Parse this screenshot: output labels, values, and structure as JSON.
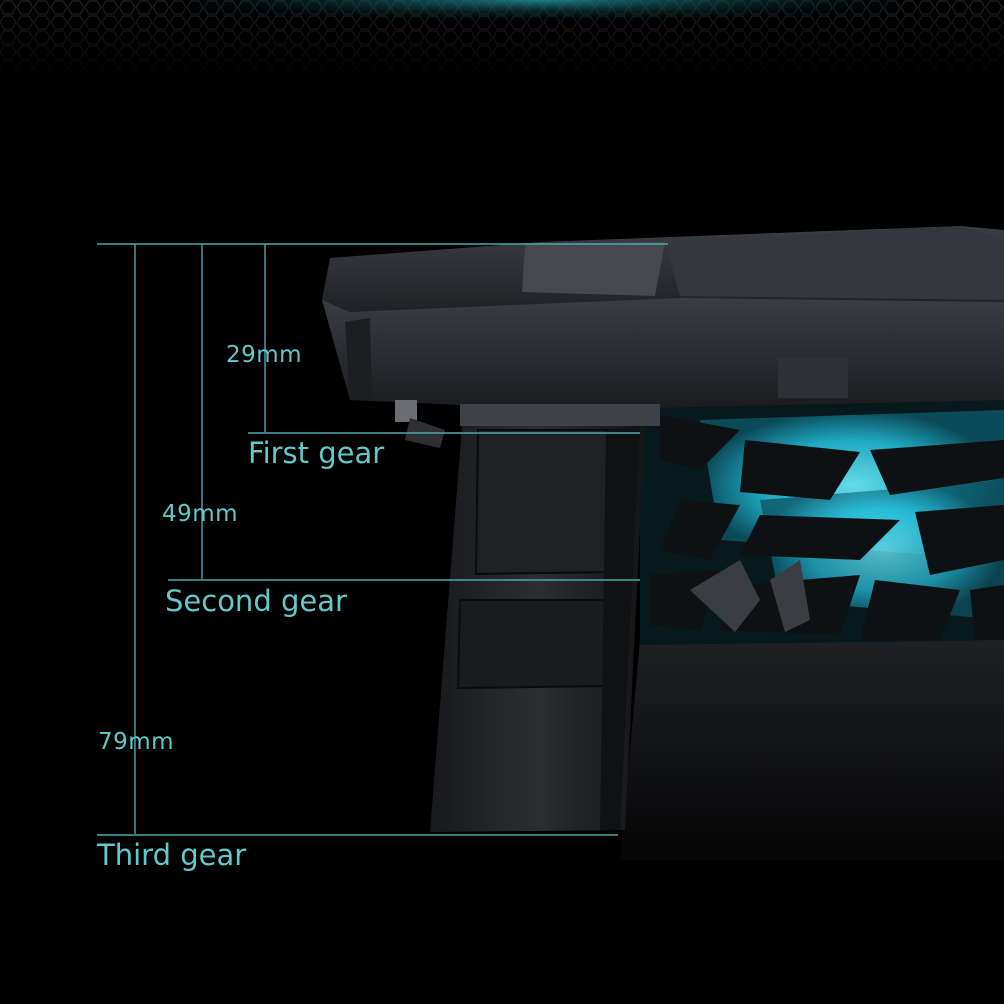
{
  "colors": {
    "background": "#000000",
    "dimension_line": "#4aa9b0",
    "label_text": "#63c8c8",
    "fan_glow": "#36d6ee",
    "device_body": "#2a2c30"
  },
  "gears": [
    {
      "name": "First gear",
      "height": "29mm"
    },
    {
      "name": "Second gear",
      "height": "49mm"
    },
    {
      "name": "Third gear",
      "height": "79mm"
    }
  ]
}
